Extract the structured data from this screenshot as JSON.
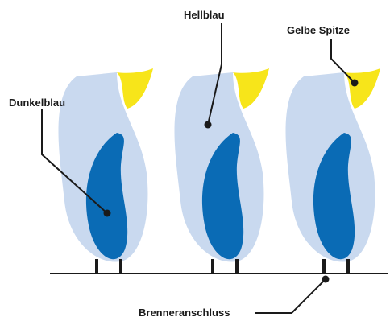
{
  "labels": {
    "light_blue": "Hellblau",
    "yellow_tip": "Gelbe Spitze",
    "dark_blue": "Dunkelblau",
    "burner_connection": "Brenneranschluss"
  },
  "colors": {
    "outer_flame": "#c9d9ef",
    "inner_flame": "#0a6bb5",
    "tip": "#f7e51a",
    "line": "#1a1a1a"
  },
  "flames": [
    {
      "id": "flame-left"
    },
    {
      "id": "flame-middle"
    },
    {
      "id": "flame-right"
    }
  ]
}
